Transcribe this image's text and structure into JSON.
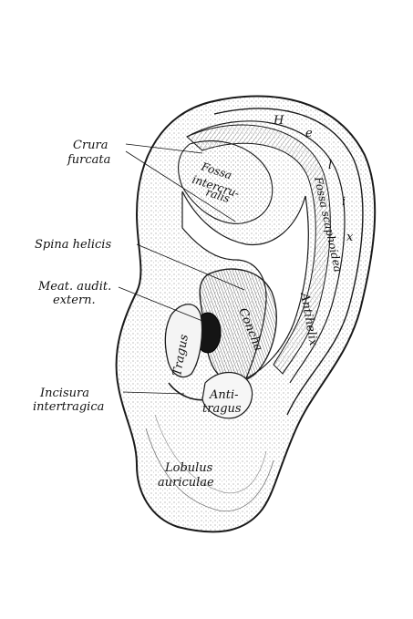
{
  "figure": {
    "labels": {
      "crura_line1": "Crura",
      "crura_line2": "furcata",
      "spina": "Spina helicis",
      "meat_line1": "Meat. audit.",
      "meat_line2": "extern.",
      "incisura_line1": "Incisura",
      "incisura_line2": "intertragica",
      "helix_H": "H",
      "helix_e": "e",
      "helix_l": "l",
      "helix_i": "i",
      "helix_x": "x",
      "fossa1_line1": "Fossa",
      "fossa1_line2": "intercru-",
      "fossa1_line3": "ralis",
      "fossa_scaphoidea": "Fossa scaphoidea",
      "antihelix": "Antihelix",
      "concha": "Concha",
      "tragus": "Tragus",
      "antitragus_line1": "Anti-",
      "antitragus_line2": "tragus",
      "lobulus_line1": "Lobulus",
      "lobulus_line2": "auriculae"
    },
    "colors": {
      "ink": "#1a1a1a",
      "paper": "#ffffff",
      "shade": "#9a9a9a"
    }
  }
}
